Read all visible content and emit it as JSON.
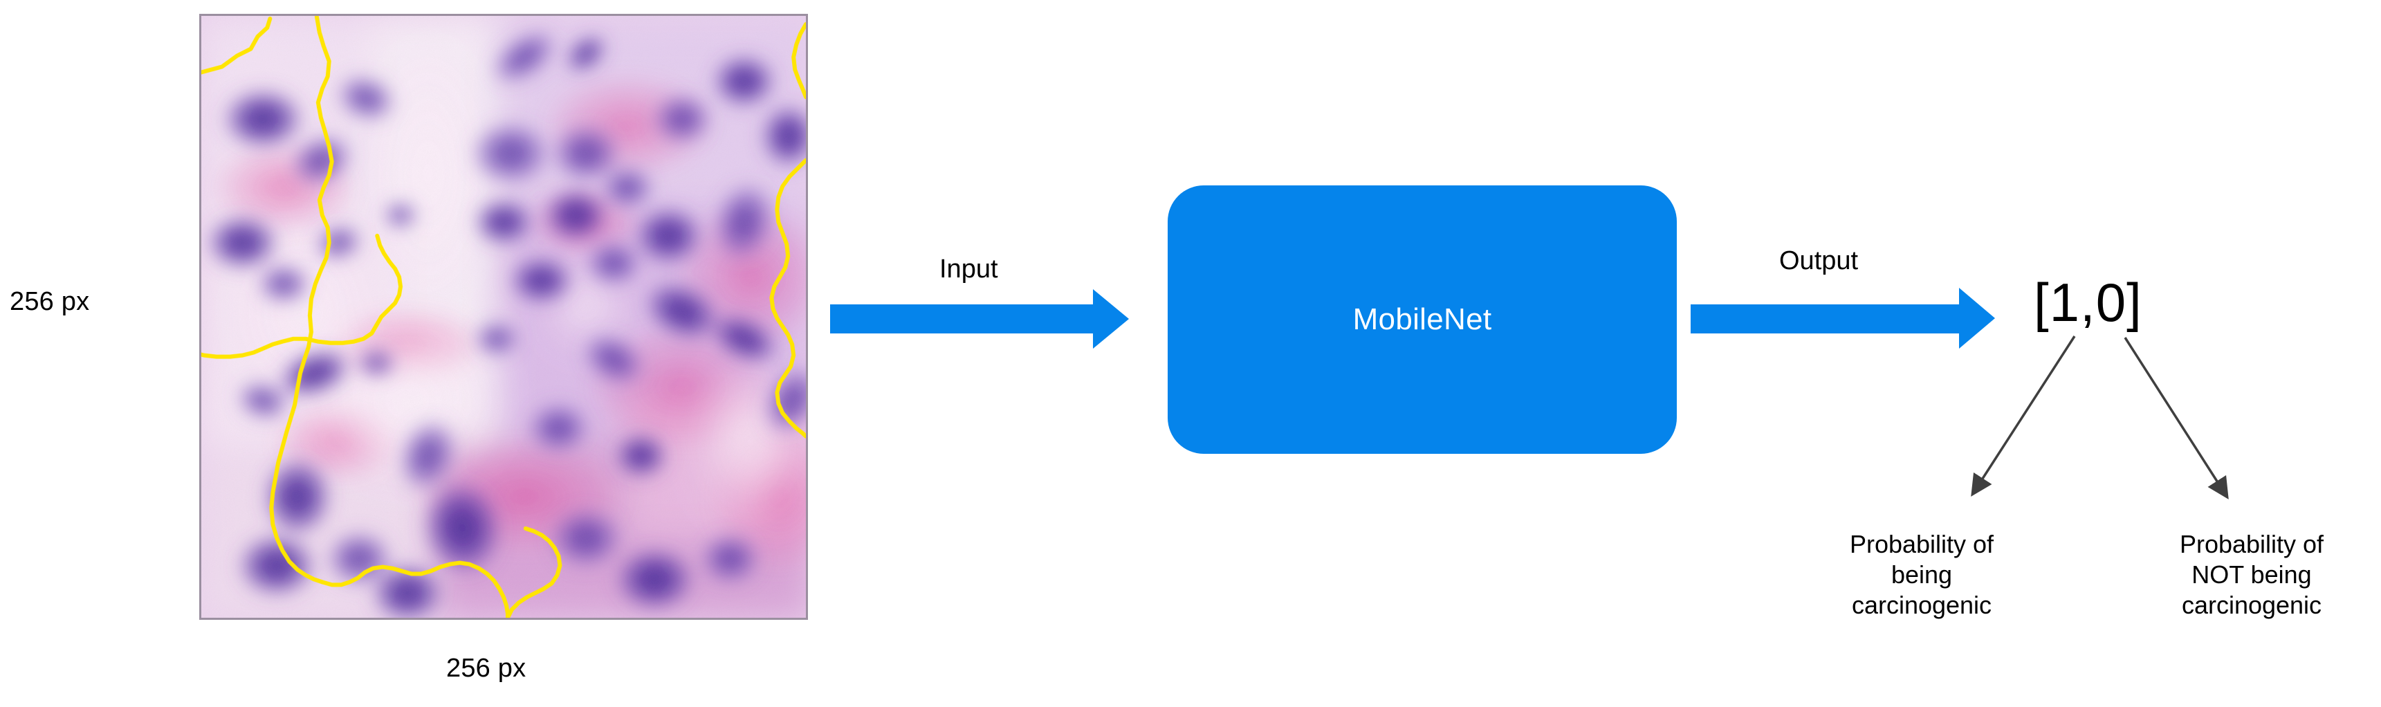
{
  "diagram": {
    "title": "MobileNet binary classification pipeline",
    "colors": {
      "node_blue": "#0584eb",
      "arrow_blue": "#0584eb",
      "contour_yellow": "#ffe500",
      "branch_arrow_gray": "#3f3f3f",
      "image_border": "#9b8fa0",
      "background": "#ffffff",
      "text": "#000000",
      "node_label_text": "#ffffff"
    },
    "image_patch": {
      "name": "histology-patch",
      "height_label": "256 px",
      "width_label": "256 px",
      "annotation": "yellow-contour-overlay"
    },
    "flow": {
      "input_label": "Input",
      "output_label": "Output"
    },
    "model": {
      "name": "MobileNet"
    },
    "output": {
      "vector": "[1,0]",
      "branches": [
        {
          "index": 0,
          "caption": "Probability of\nbeing\ncarcinogenic"
        },
        {
          "index": 1,
          "caption": "Probability of\nNOT being\ncarcinogenic"
        }
      ]
    }
  }
}
